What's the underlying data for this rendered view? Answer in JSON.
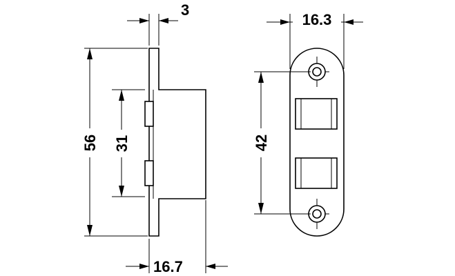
{
  "dimensions": {
    "plate_thickness": "3",
    "side_height": "56",
    "slot_spacing_side": "31",
    "side_depth": "16.7",
    "front_width": "16.3",
    "hole_spacing_front": "42"
  }
}
